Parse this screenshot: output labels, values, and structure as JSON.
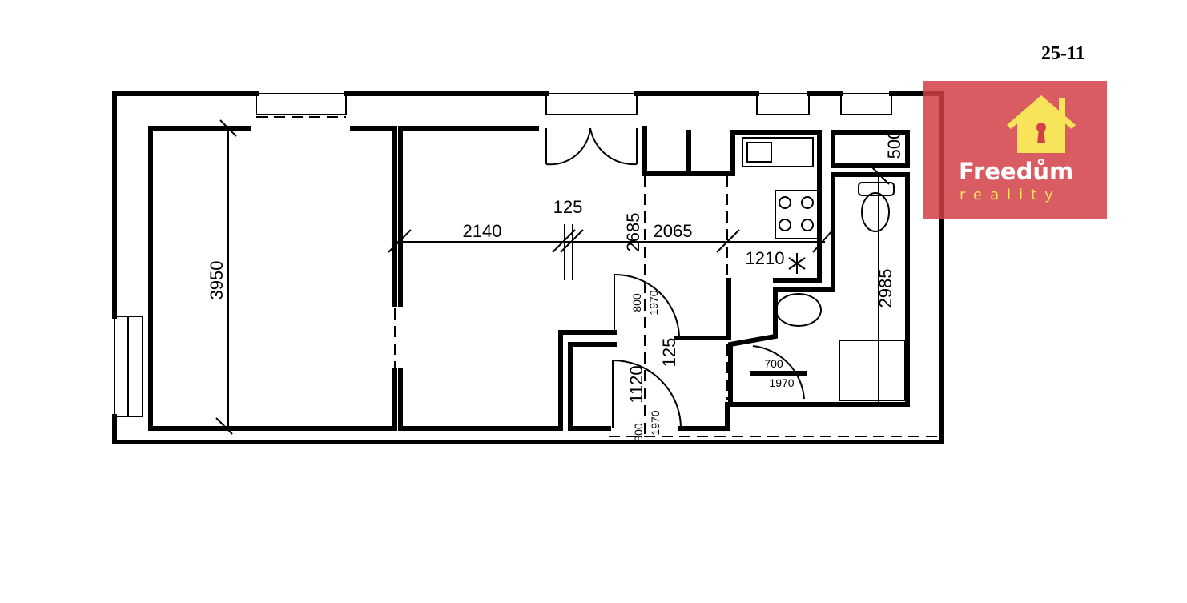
{
  "sheet_id": "25-11",
  "logo": {
    "brand": "Freedům",
    "sub": "reality",
    "bg_color": "#d34048",
    "accent_color": "#f7e45a"
  },
  "dimensions": {
    "room1_depth": "3950",
    "room2_width": "2140",
    "partition": "125",
    "hall_depth": "2685",
    "kitchen_width": "2065",
    "kitchen_counter": "1210",
    "door1_width": "800",
    "door1_height": "1970",
    "partition2": "125",
    "hall_width": "1120",
    "door2_width": "800",
    "door2_height": "1970",
    "bath_door_width": "700",
    "bath_door_height": "1970",
    "bath_depth": "2985",
    "wc_width": "500"
  }
}
